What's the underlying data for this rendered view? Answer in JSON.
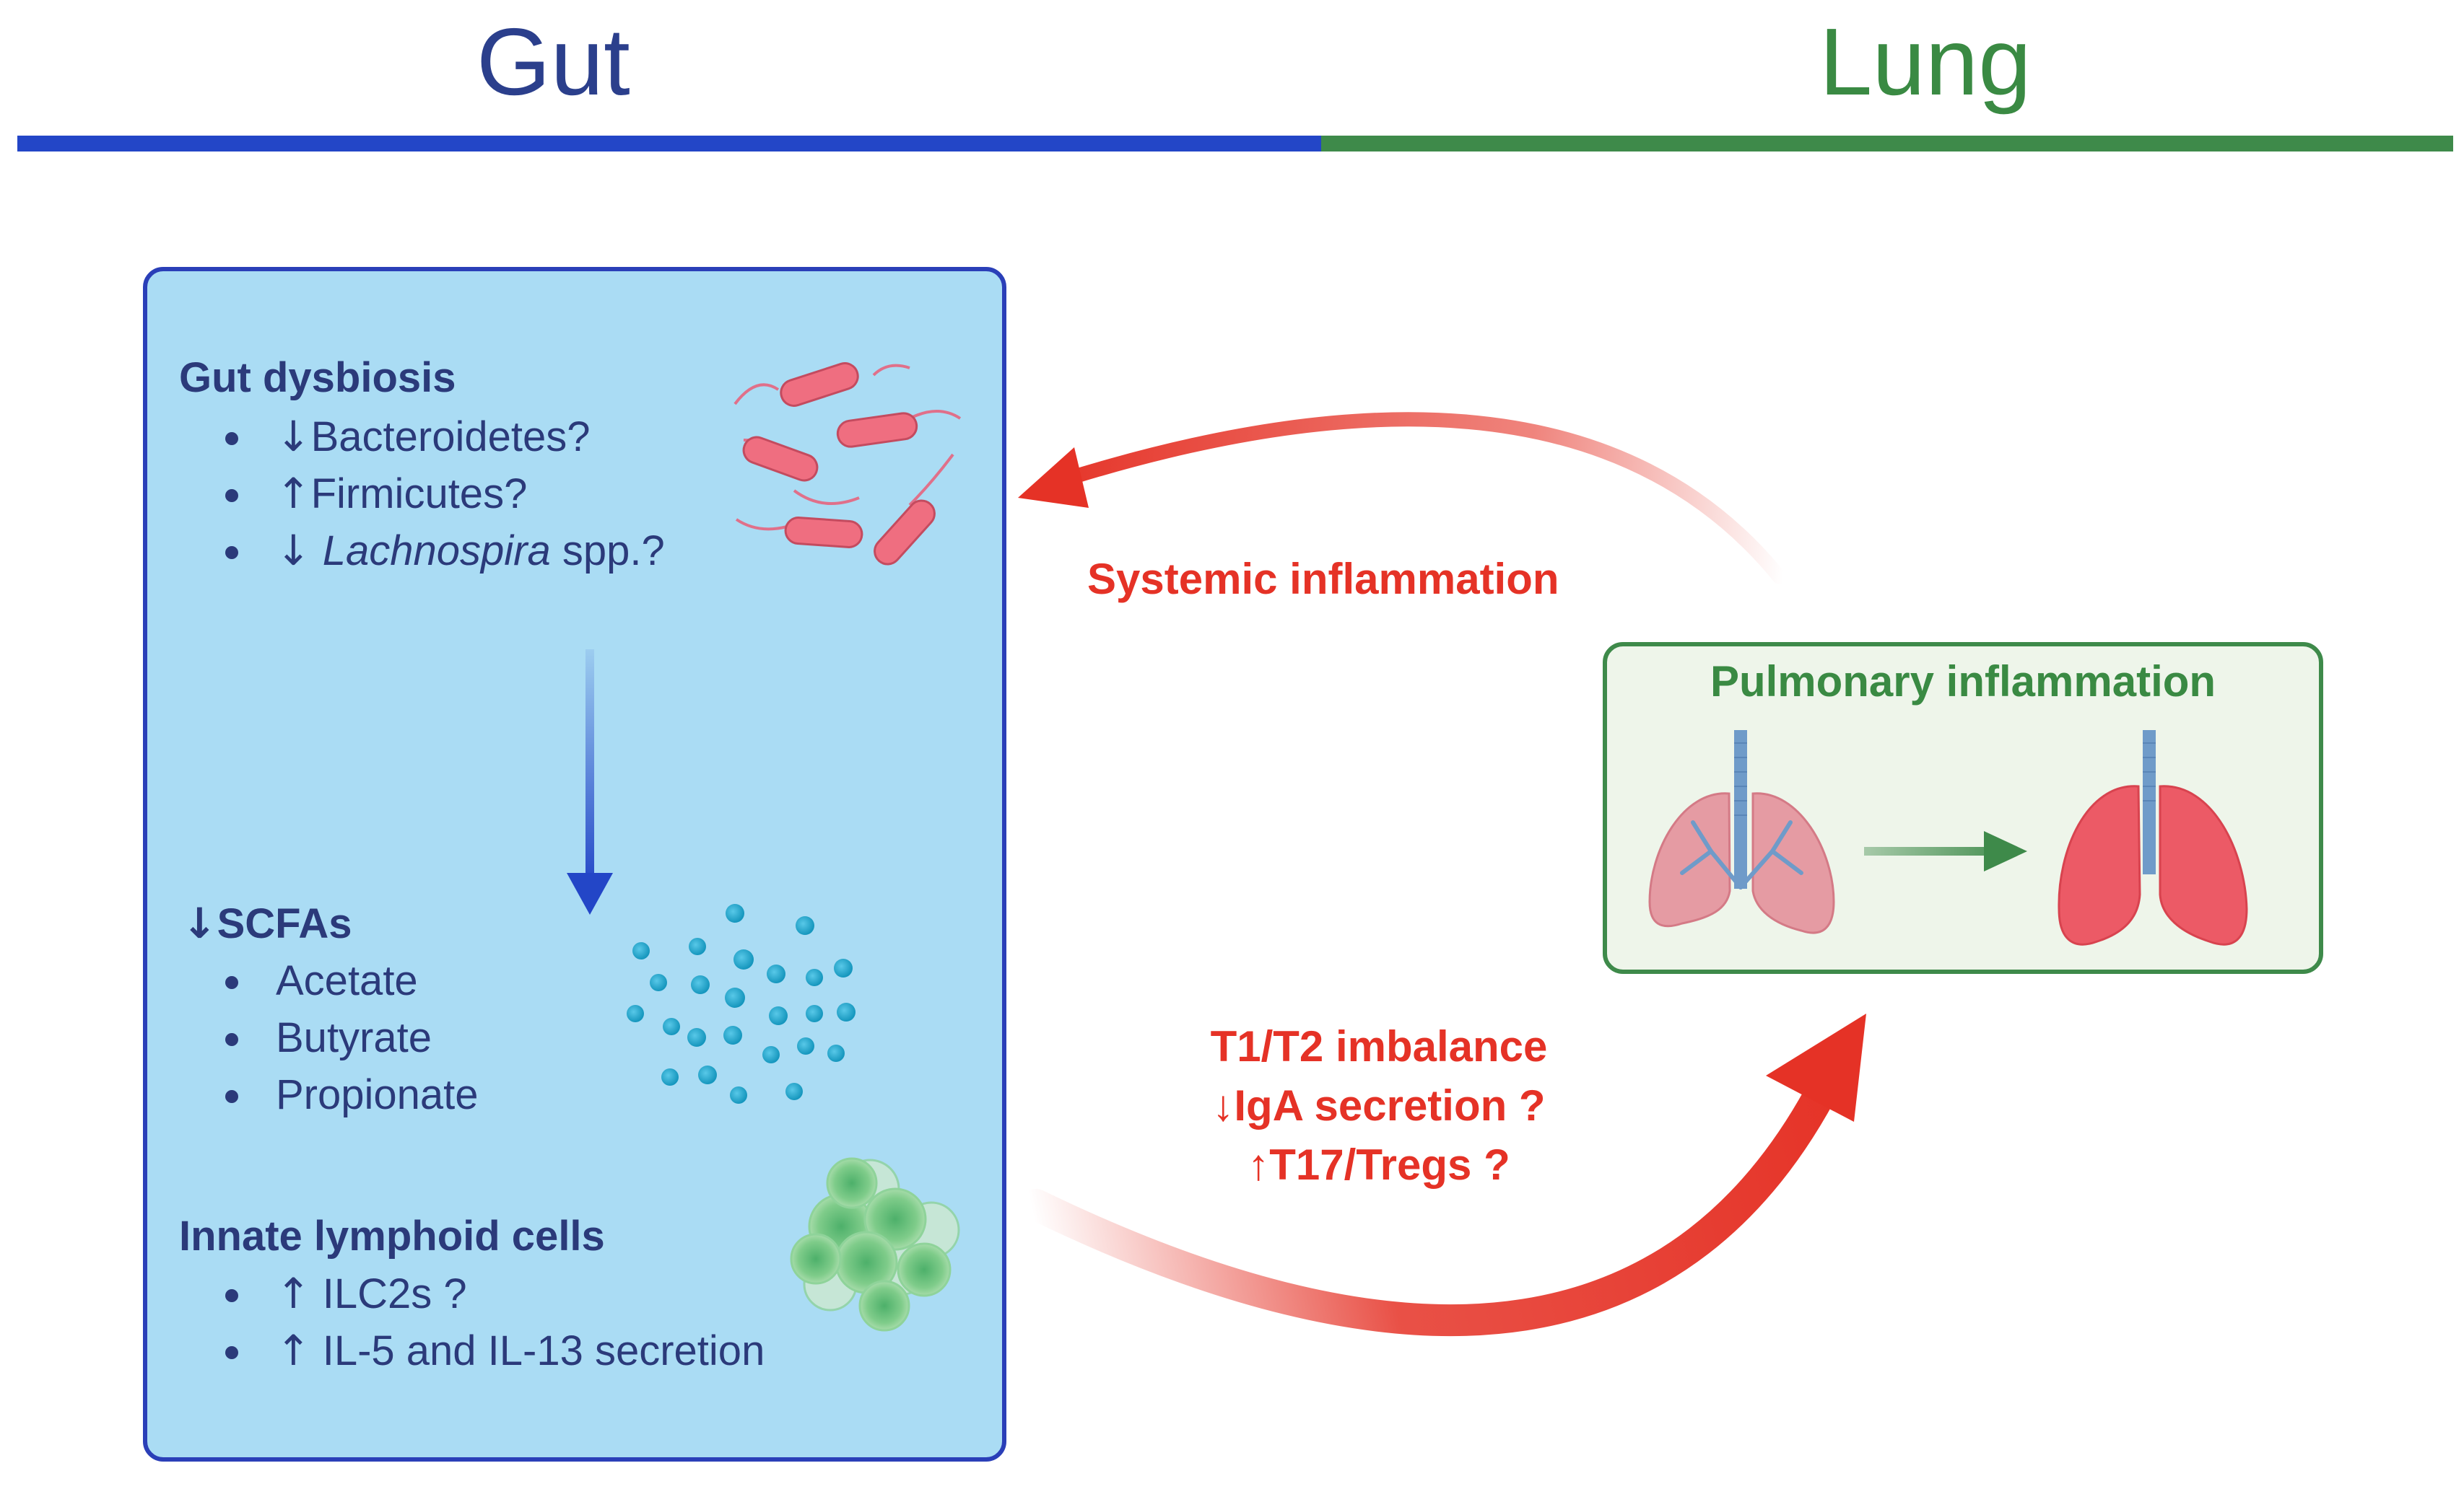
{
  "header": {
    "gut_title": "Gut",
    "lung_title": "Lung",
    "gut_color": "#2346c7",
    "lung_color": "#3e8a4a"
  },
  "gut_panel": {
    "dysbiosis": {
      "title": "Gut dysbiosis",
      "items": [
        {
          "arrow": "↓",
          "text": "Bacteroidetes?"
        },
        {
          "arrow": "↑",
          "text": "Firmicutes?"
        },
        {
          "arrow": "↓",
          "italic": "Lachnospira",
          "text": " spp.?"
        }
      ]
    },
    "scfas": {
      "arrow": "↓",
      "title": "SCFAs",
      "items": [
        "Acetate",
        "Butyrate",
        "Propionate"
      ]
    },
    "ilc": {
      "title": "Innate lymphoid cells",
      "items": [
        {
          "arrow": "↑",
          "text": " ILC2s ?"
        },
        {
          "arrow": "↑",
          "text": " IL-5 and IL-13 secretion"
        }
      ]
    },
    "icons": [
      "bacteria-icon",
      "scfa-molecules-icon",
      "lymphoid-cell-cluster-icon"
    ]
  },
  "lung_panel": {
    "title": "Pulmonary inflammation",
    "icons": [
      "healthy-lungs-icon",
      "right-arrow-icon",
      "inflamed-lungs-icon"
    ]
  },
  "arrows": {
    "systemic_label": "Systemic inflammation",
    "gut_to_lung_lines": [
      "T1/T2 imbalance",
      "↓IgA secretion ?",
      "↑T17/Tregs ?"
    ]
  }
}
